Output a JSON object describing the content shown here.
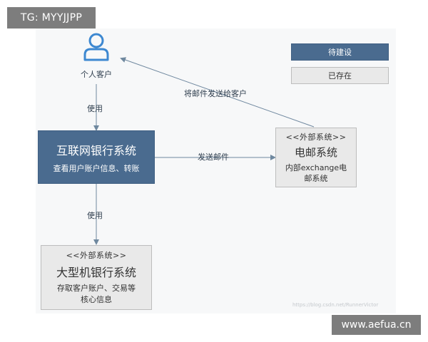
{
  "top_tag": "TG: MYYJJPP",
  "bottom_watermark": "www.aefua.cn",
  "faint_url": "https://blog.csdn.net/RunnerVictor",
  "legend": {
    "to_build": "待建设",
    "existing": "已存在"
  },
  "actor": {
    "label": "个人客户"
  },
  "internet_bank": {
    "title": "互联网银行系统",
    "desc": "查看用户账户信息、转账"
  },
  "email_system": {
    "stereotype": "<<外部系统>>",
    "title": "电邮系统",
    "desc_line1": "内部exchange电",
    "desc_line2": "邮系统"
  },
  "mainframe": {
    "stereotype": "<<外部系统>>",
    "title": "大型机银行系统",
    "desc_line1": "存取客户账户、交易等",
    "desc_line2": "核心信息"
  },
  "edges": {
    "actor_uses_bank": "使用",
    "bank_sends_email": "发送邮件",
    "email_to_customer": "将邮件发送给客户",
    "bank_uses_mainframe": "使用"
  },
  "colors": {
    "to_build": "#4a6b8f",
    "existing": "#e9e9e9",
    "icon": "#3d88d1",
    "arrow": "#6f889f"
  }
}
